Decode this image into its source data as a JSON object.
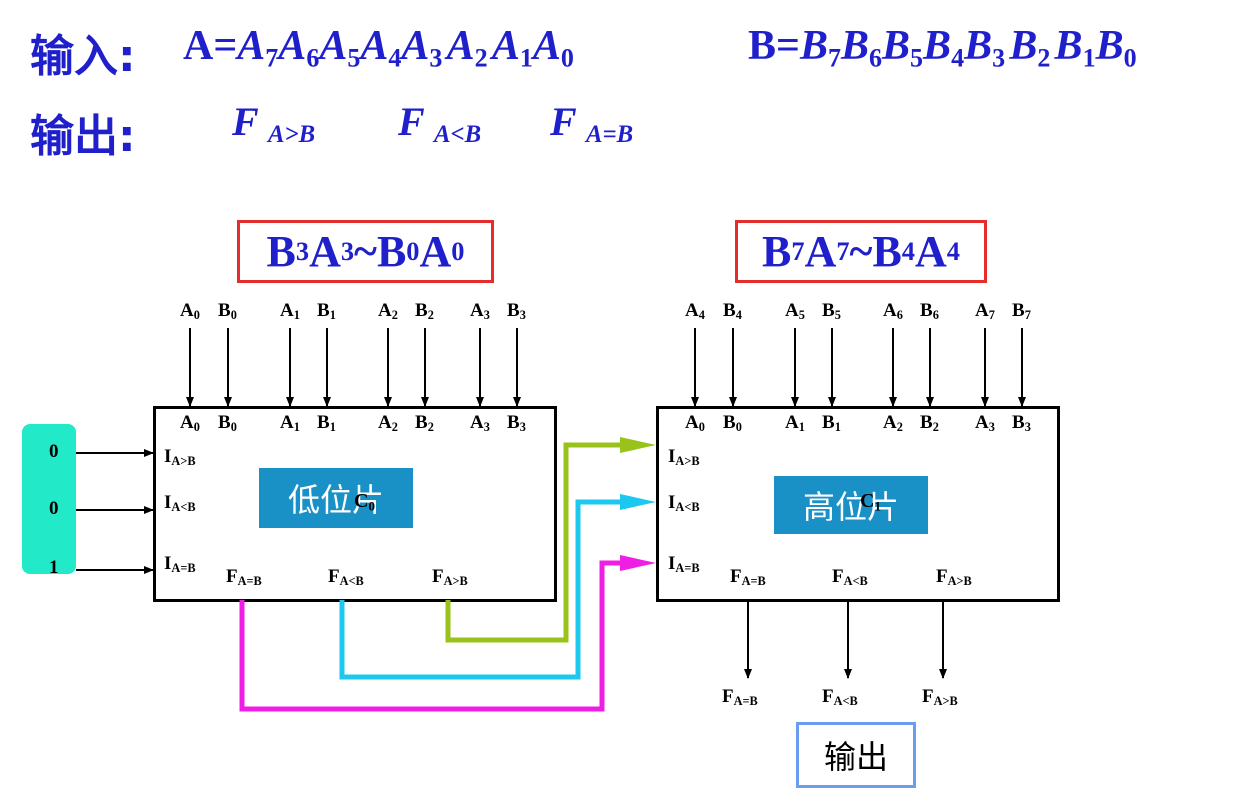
{
  "header": {
    "input_label": "输入:",
    "output_label": "输出:",
    "input_a": {
      "prefix": "A=",
      "terms": [
        {
          "base": "A",
          "sub": "7"
        },
        {
          "base": "A",
          "sub": "6"
        },
        {
          "base": "A",
          "sub": "5"
        },
        {
          "base": "A",
          "sub": "4"
        },
        {
          "base": "A",
          "sub": "3"
        },
        {
          "base": "A",
          "sub": "2"
        },
        {
          "base": "A",
          "sub": "1"
        },
        {
          "base": "A",
          "sub": "0"
        }
      ]
    },
    "input_b": {
      "prefix": "B=",
      "terms": [
        {
          "base": "B",
          "sub": "7"
        },
        {
          "base": "B",
          "sub": "6"
        },
        {
          "base": "B",
          "sub": "5"
        },
        {
          "base": "B",
          "sub": "4"
        },
        {
          "base": "B",
          "sub": "3"
        },
        {
          "base": "B",
          "sub": "2"
        },
        {
          "base": "B",
          "sub": "1"
        },
        {
          "base": "B",
          "sub": "0"
        }
      ]
    },
    "outputs": [
      {
        "base": "F",
        "sub": "A>B"
      },
      {
        "base": "F",
        "sub": "A<B"
      },
      {
        "base": "F",
        "sub": "A=B"
      }
    ]
  },
  "low_chip": {
    "range_label": "B3A3~B0A0",
    "range_parts": [
      {
        "b": "B",
        "s": "3"
      },
      {
        "b": "A",
        "s": "3"
      },
      {
        "b": "~",
        "s": ""
      },
      {
        "b": "B",
        "s": "0"
      },
      {
        "b": "A",
        "s": "0"
      }
    ],
    "name": "低位片",
    "code": {
      "base": "C",
      "sub": "0"
    },
    "external_inputs": [
      {
        "base": "A",
        "sub": "0"
      },
      {
        "base": "B",
        "sub": "0"
      },
      {
        "base": "A",
        "sub": "1"
      },
      {
        "base": "B",
        "sub": "1"
      },
      {
        "base": "A",
        "sub": "2"
      },
      {
        "base": "B",
        "sub": "2"
      },
      {
        "base": "A",
        "sub": "3"
      },
      {
        "base": "B",
        "sub": "3"
      }
    ],
    "internal_pins": [
      {
        "base": "A",
        "sub": "0"
      },
      {
        "base": "B",
        "sub": "0"
      },
      {
        "base": "A",
        "sub": "1"
      },
      {
        "base": "B",
        "sub": "1"
      },
      {
        "base": "A",
        "sub": "2"
      },
      {
        "base": "B",
        "sub": "2"
      },
      {
        "base": "A",
        "sub": "3"
      },
      {
        "base": "B",
        "sub": "3"
      }
    ],
    "cascade_inputs": [
      {
        "base": "I",
        "sub": "A>B"
      },
      {
        "base": "I",
        "sub": "A<B"
      },
      {
        "base": "I",
        "sub": "A=B"
      }
    ],
    "outputs": [
      {
        "base": "F",
        "sub": "A=B"
      },
      {
        "base": "F",
        "sub": "A<B"
      },
      {
        "base": "F",
        "sub": "A>B"
      }
    ]
  },
  "high_chip": {
    "range_label": "B7A7~B4A4",
    "range_parts": [
      {
        "b": "B",
        "s": "7"
      },
      {
        "b": "A",
        "s": "7"
      },
      {
        "b": "~",
        "s": ""
      },
      {
        "b": "B",
        "s": "4"
      },
      {
        "b": "A",
        "s": "4"
      }
    ],
    "name": "高位片",
    "code": {
      "base": "C",
      "sub": "1"
    },
    "external_inputs": [
      {
        "base": "A",
        "sub": "4"
      },
      {
        "base": "B",
        "sub": "4"
      },
      {
        "base": "A",
        "sub": "5"
      },
      {
        "base": "B",
        "sub": "5"
      },
      {
        "base": "A",
        "sub": "6"
      },
      {
        "base": "B",
        "sub": "6"
      },
      {
        "base": "A",
        "sub": "7"
      },
      {
        "base": "B",
        "sub": "7"
      }
    ],
    "internal_pins": [
      {
        "base": "A",
        "sub": "0"
      },
      {
        "base": "B",
        "sub": "0"
      },
      {
        "base": "A",
        "sub": "1"
      },
      {
        "base": "B",
        "sub": "1"
      },
      {
        "base": "A",
        "sub": "2"
      },
      {
        "base": "B",
        "sub": "2"
      },
      {
        "base": "A",
        "sub": "3"
      },
      {
        "base": "B",
        "sub": "3"
      }
    ],
    "cascade_inputs": [
      {
        "base": "I",
        "sub": "A>B"
      },
      {
        "base": "I",
        "sub": "A<B"
      },
      {
        "base": "I",
        "sub": "A=B"
      }
    ],
    "outputs": [
      {
        "base": "F",
        "sub": "A=B"
      },
      {
        "base": "F",
        "sub": "A<B"
      },
      {
        "base": "F",
        "sub": "A>B"
      }
    ],
    "final_outputs": [
      {
        "base": "F",
        "sub": "A=B"
      },
      {
        "base": "F",
        "sub": "A<B"
      },
      {
        "base": "F",
        "sub": "A>B"
      }
    ]
  },
  "constants": [
    "0",
    "0",
    "1"
  ],
  "output_box_label": "输出",
  "colors": {
    "title_blue": "#1f1fcc",
    "range_border": "#e52b2b",
    "chip_label_bg": "#1990c6",
    "const_bg": "#22eac8",
    "wire_gt": "#99c31a",
    "wire_lt": "#1cc8ef",
    "wire_eq": "#f01ee4",
    "output_box_border": "#6a9cf0"
  }
}
